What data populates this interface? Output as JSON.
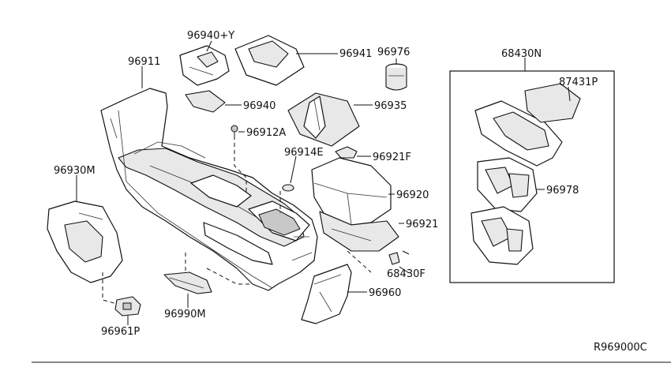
{
  "diagram": {
    "reference_code": "R969000C",
    "parts": [
      {
        "id": "p96940y",
        "label": "96940+Y"
      },
      {
        "id": "p96941",
        "label": "96941"
      },
      {
        "id": "p96976",
        "label": "96976"
      },
      {
        "id": "p68430n",
        "label": "68430N"
      },
      {
        "id": "p96911",
        "label": "96911"
      },
      {
        "id": "p87431p",
        "label": "87431P"
      },
      {
        "id": "p96940",
        "label": "96940"
      },
      {
        "id": "p96935",
        "label": "96935"
      },
      {
        "id": "p96912a",
        "label": "96912A"
      },
      {
        "id": "p96914e",
        "label": "96914E"
      },
      {
        "id": "p96921f",
        "label": "96921F"
      },
      {
        "id": "p96930m",
        "label": "96930M"
      },
      {
        "id": "p96920",
        "label": "96920"
      },
      {
        "id": "p96978",
        "label": "96978"
      },
      {
        "id": "p96921",
        "label": "96921"
      },
      {
        "id": "p68430f",
        "label": "68430F"
      },
      {
        "id": "p96960",
        "label": "96960"
      },
      {
        "id": "p96990m",
        "label": "96990M"
      },
      {
        "id": "p96961p",
        "label": "96961P"
      }
    ]
  }
}
